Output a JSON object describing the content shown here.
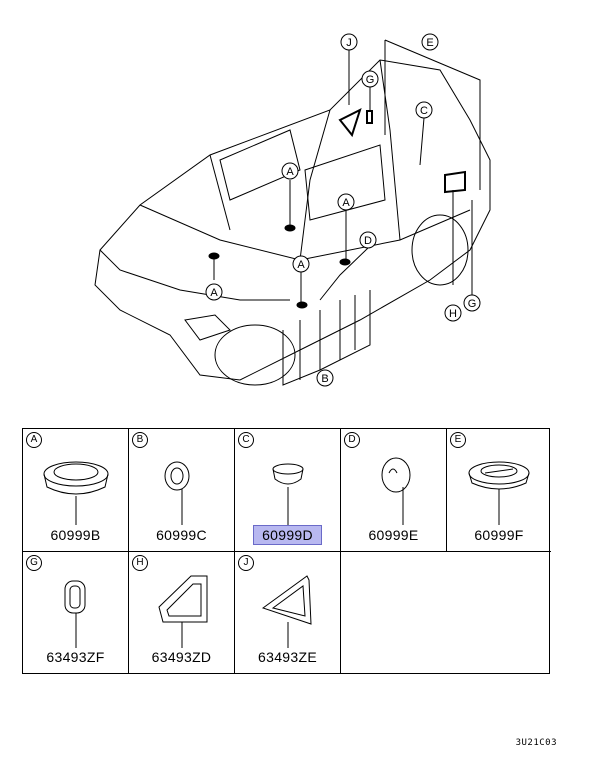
{
  "callouts": {
    "a1": "A",
    "a2": "A",
    "a3": "A",
    "a4": "A",
    "b": "B",
    "c": "C",
    "d": "D",
    "e": "E",
    "g1": "G",
    "g2": "G",
    "h": "H",
    "j": "J"
  },
  "parts": [
    {
      "letter": "A",
      "part_number": "60999B"
    },
    {
      "letter": "B",
      "part_number": "60999C"
    },
    {
      "letter": "C",
      "part_number": "60999D",
      "highlighted": true
    },
    {
      "letter": "D",
      "part_number": "60999E"
    },
    {
      "letter": "E",
      "part_number": "60999F"
    },
    {
      "letter": "G",
      "part_number": "63493ZF"
    },
    {
      "letter": "H",
      "part_number": "63493ZD"
    },
    {
      "letter": "J",
      "part_number": "63493ZE"
    }
  ],
  "diagram_code": "3U21C03",
  "colors": {
    "highlight": "#b8b8f0",
    "line": "#000000"
  }
}
